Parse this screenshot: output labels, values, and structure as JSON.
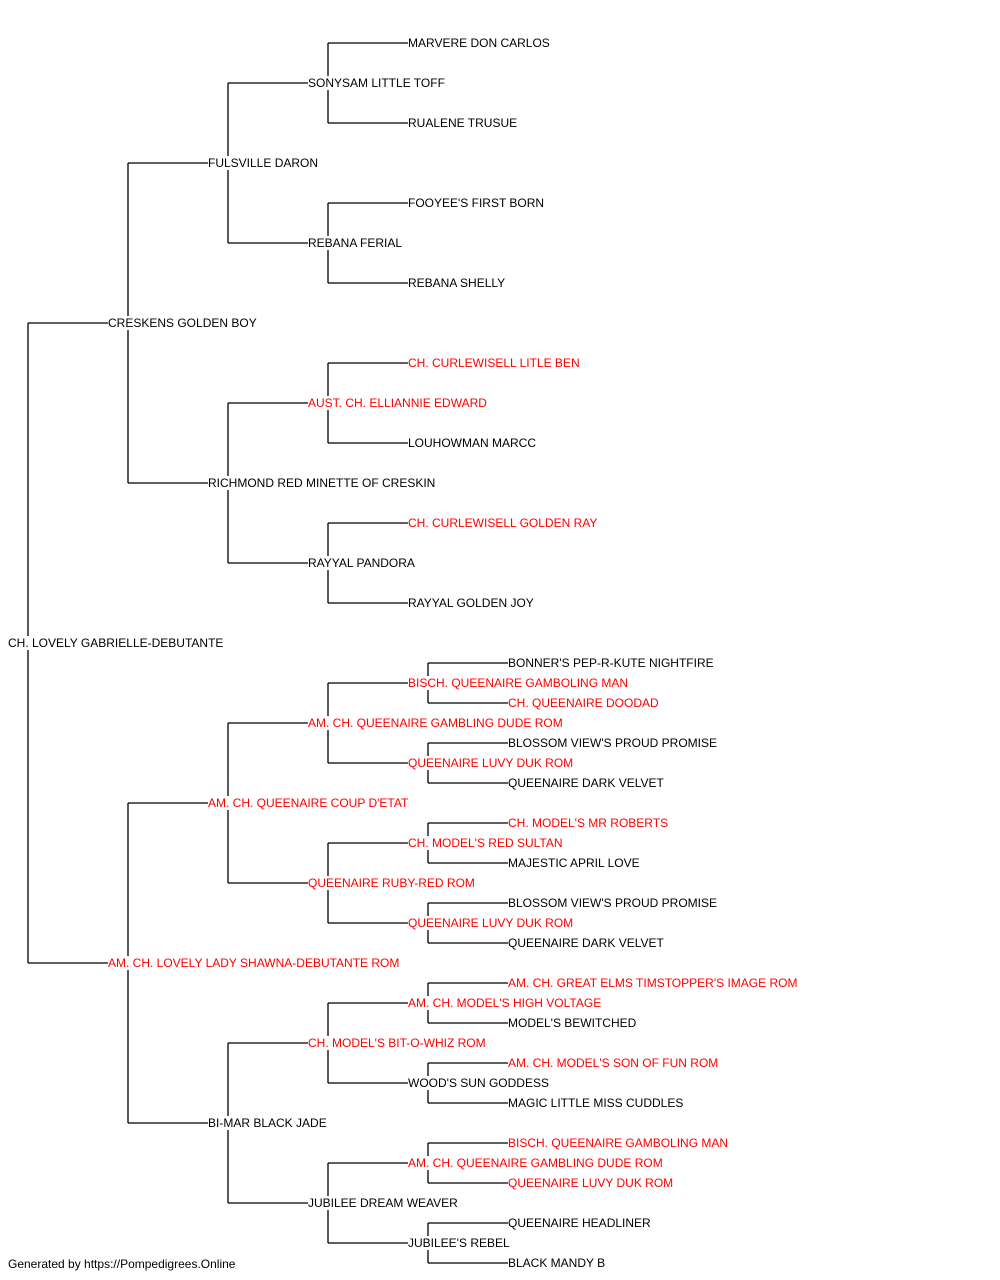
{
  "colors": {
    "champion": "#ff0000",
    "normal": "#000000",
    "line": "#000000"
  },
  "pedigree": {
    "name": "CH. LOVELY GABRIELLE-DEBUTANTE",
    "champion": false,
    "sire": {
      "name": "CRESKENS GOLDEN BOY",
      "champion": false,
      "sire": {
        "name": "FULSVILLE DARON",
        "champion": false,
        "sire": {
          "name": "SONYSAM LITTLE TOFF",
          "champion": false,
          "sire": {
            "name": "MARVERE DON CARLOS",
            "champion": false
          },
          "dam": {
            "name": "RUALENE TRUSUE",
            "champion": false
          }
        },
        "dam": {
          "name": "REBANA FERIAL",
          "champion": false,
          "sire": {
            "name": "FOOYEE'S FIRST BORN",
            "champion": false
          },
          "dam": {
            "name": "REBANA SHELLY",
            "champion": false
          }
        }
      },
      "dam": {
        "name": "RICHMOND RED MINETTE OF CRESKIN",
        "champion": false,
        "sire": {
          "name": "AUST. CH. ELLIANNIE EDWARD",
          "champion": true,
          "sire": {
            "name": "CH. CURLEWISELL LITLE BEN",
            "champion": true
          },
          "dam": {
            "name": "LOUHOWMAN MARCC",
            "champion": false
          }
        },
        "dam": {
          "name": "RAYYAL PANDORA",
          "champion": false,
          "sire": {
            "name": "CH. CURLEWISELL GOLDEN RAY",
            "champion": true
          },
          "dam": {
            "name": "RAYYAL GOLDEN JOY",
            "champion": false
          }
        }
      }
    },
    "dam": {
      "name": "AM. CH. LOVELY LADY SHAWNA-DEBUTANTE ROM",
      "champion": true,
      "sire": {
        "name": "AM. CH. QUEENAIRE COUP D'ETAT",
        "champion": true,
        "sire": {
          "name": "AM. CH. QUEENAIRE GAMBLING DUDE ROM",
          "champion": true,
          "sire": {
            "name": "BISCH. QUEENAIRE GAMBOLING MAN",
            "champion": true,
            "sire": {
              "name": "BONNER'S PEP-R-KUTE NIGHTFIRE",
              "champion": false
            },
            "dam": {
              "name": "CH. QUEENAIRE DOODAD",
              "champion": true
            }
          },
          "dam": {
            "name": "QUEENAIRE LUVY DUK ROM",
            "champion": true,
            "sire": {
              "name": "BLOSSOM VIEW'S PROUD PROMISE",
              "champion": false
            },
            "dam": {
              "name": "QUEENAIRE DARK VELVET",
              "champion": false
            }
          }
        },
        "dam": {
          "name": "QUEENAIRE RUBY-RED ROM",
          "champion": true,
          "sire": {
            "name": "CH. MODEL'S RED SULTAN",
            "champion": true,
            "sire": {
              "name": "CH. MODEL'S MR ROBERTS",
              "champion": true
            },
            "dam": {
              "name": "MAJESTIC APRIL LOVE",
              "champion": false
            }
          },
          "dam": {
            "name": "QUEENAIRE LUVY DUK ROM",
            "champion": true,
            "sire": {
              "name": "BLOSSOM VIEW'S PROUD PROMISE",
              "champion": false
            },
            "dam": {
              "name": "QUEENAIRE DARK VELVET",
              "champion": false
            }
          }
        }
      },
      "dam": {
        "name": "BI-MAR BLACK JADE",
        "champion": false,
        "sire": {
          "name": "CH. MODEL'S BIT-O-WHIZ ROM",
          "champion": true,
          "sire": {
            "name": "AM. CH. MODEL'S HIGH VOLTAGE",
            "champion": true,
            "sire": {
              "name": "AM. CH. GREAT ELMS TIMSTOPPER'S IMAGE ROM",
              "champion": true
            },
            "dam": {
              "name": "MODEL'S BEWITCHED",
              "champion": false
            }
          },
          "dam": {
            "name": "WOOD'S SUN GODDESS",
            "champion": false,
            "sire": {
              "name": "AM. CH. MODEL'S SON OF FUN ROM",
              "champion": true
            },
            "dam": {
              "name": "MAGIC LITTLE MISS CUDDLES",
              "champion": false
            }
          }
        },
        "dam": {
          "name": "JUBILEE DREAM WEAVER",
          "champion": false,
          "sire": {
            "name": "AM. CH. QUEENAIRE GAMBLING DUDE ROM",
            "champion": true,
            "sire": {
              "name": "BISCH. QUEENAIRE GAMBOLING MAN",
              "champion": true
            },
            "dam": {
              "name": "QUEENAIRE LUVY DUK ROM",
              "champion": true
            }
          },
          "dam": {
            "name": "JUBILEE'S REBEL",
            "champion": false,
            "sire": {
              "name": "QUEENAIRE HEADLINER",
              "champion": false
            },
            "dam": {
              "name": "BLACK MANDY B",
              "champion": false
            }
          }
        }
      }
    }
  },
  "footer": {
    "text": "Generated by https://Pompedigrees.Online"
  }
}
